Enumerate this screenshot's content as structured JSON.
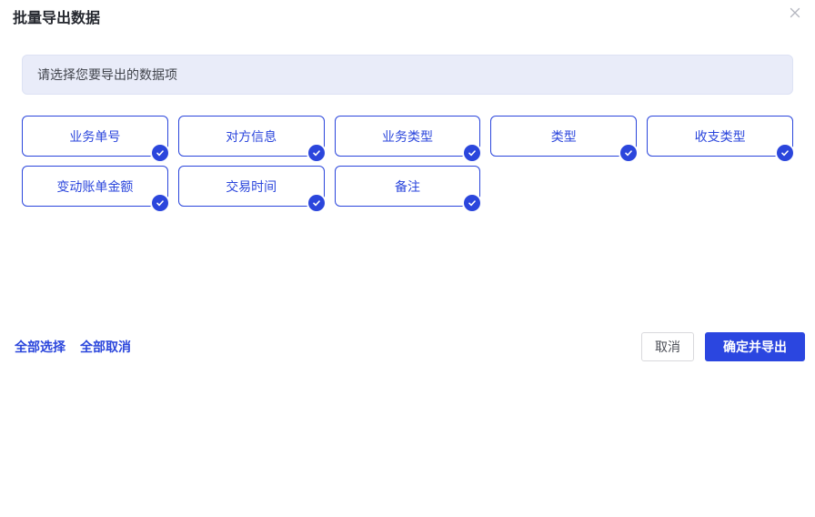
{
  "dialog": {
    "title": "批量导出数据"
  },
  "notice": {
    "text": "请选择您要导出的数据项"
  },
  "fields": [
    {
      "label": "业务单号",
      "selected": true
    },
    {
      "label": "对方信息",
      "selected": true
    },
    {
      "label": "业务类型",
      "selected": true
    },
    {
      "label": "类型",
      "selected": true
    },
    {
      "label": "收支类型",
      "selected": true
    },
    {
      "label": "变动账单金额",
      "selected": true
    },
    {
      "label": "交易时间",
      "selected": true
    },
    {
      "label": "备注",
      "selected": true
    }
  ],
  "footer": {
    "select_all_label": "全部选择",
    "deselect_all_label": "全部取消",
    "cancel_label": "取消",
    "confirm_label": "确定并导出"
  },
  "icons": {
    "close": "close-icon",
    "check": "check-icon"
  },
  "colors": {
    "accent": "#2b46dc",
    "primary_button_bg": "#2b46e0",
    "notice_bg": "#e9ecf9",
    "notice_border": "#dde2f4",
    "cancel_border": "#d9d9dc",
    "close_icon": "#b4b6bf",
    "title_text": "#262930"
  }
}
